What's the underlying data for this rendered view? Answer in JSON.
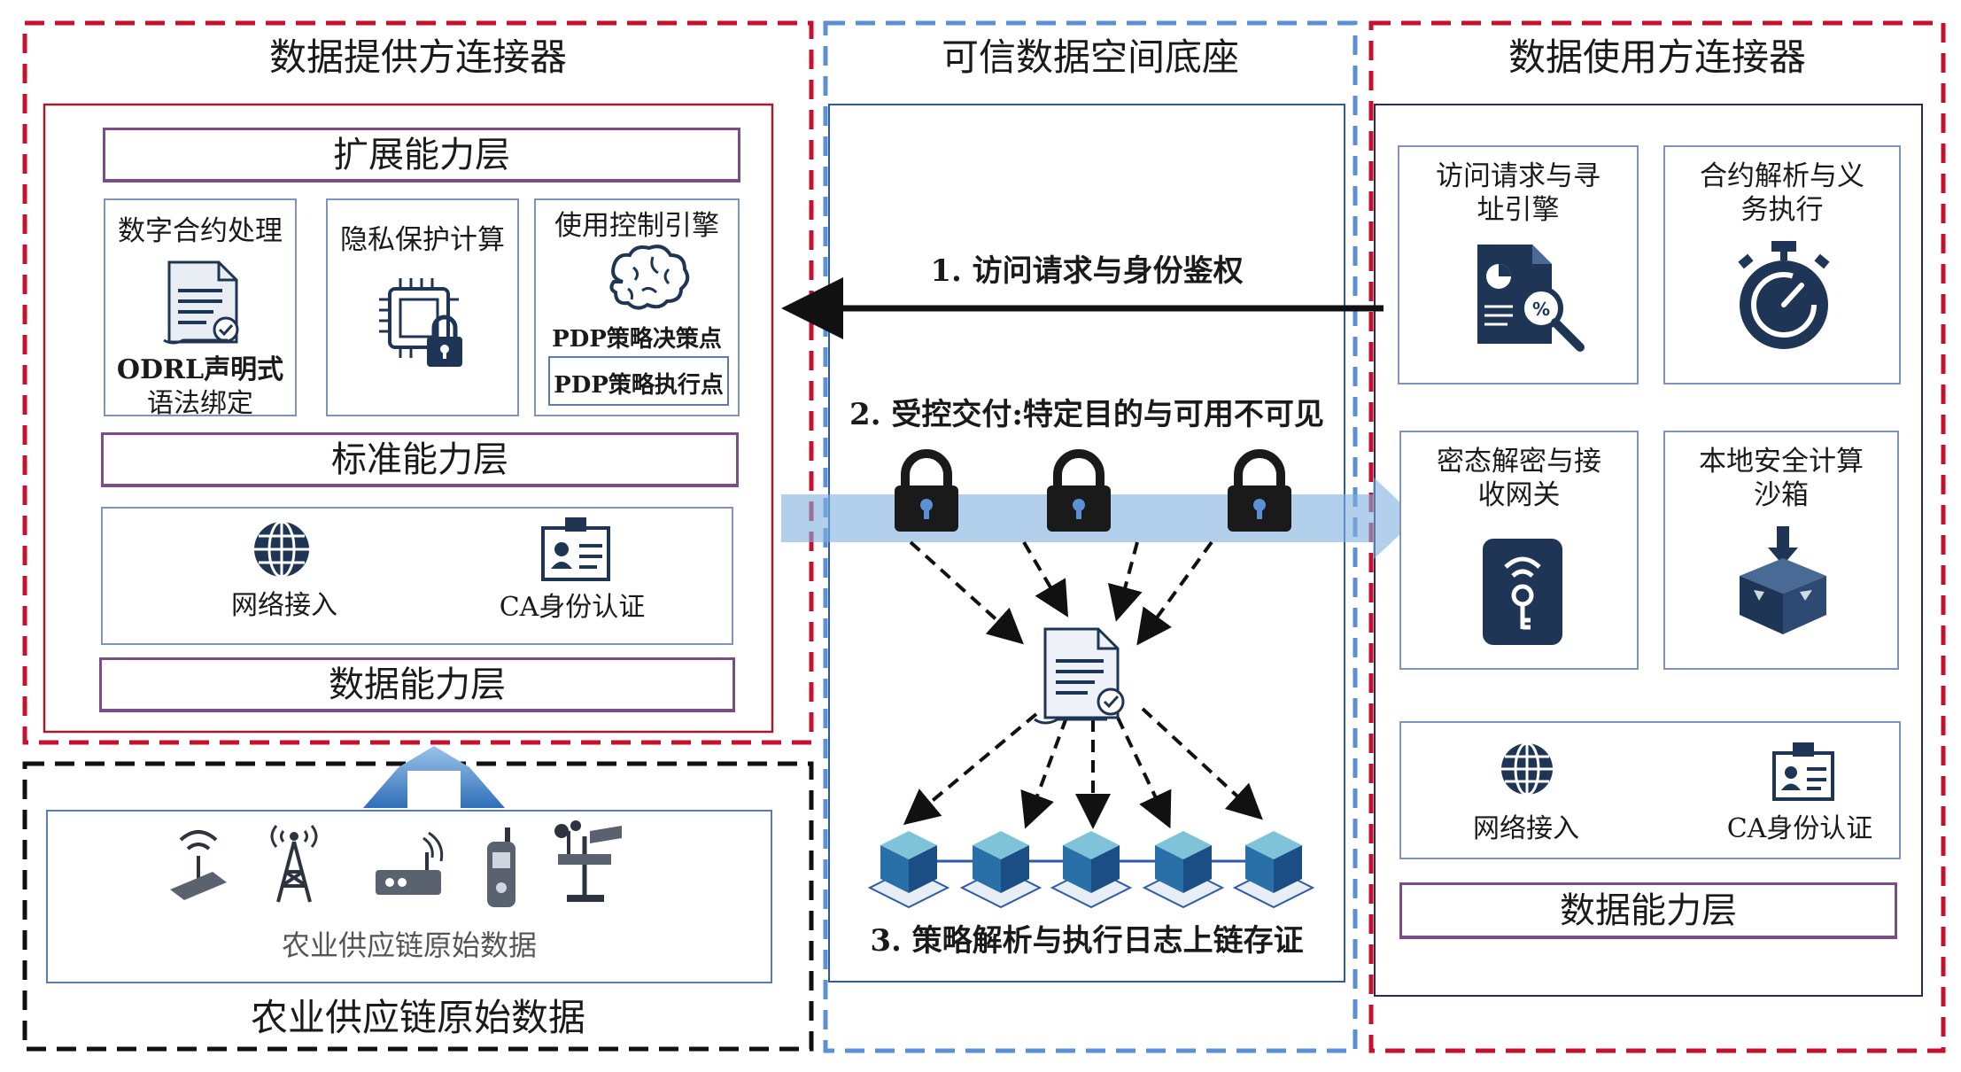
{
  "colors": {
    "red_dash": "#c8102e",
    "blue_dash": "#5b8fd6",
    "black_dash": "#111111",
    "inner_border": "#7f93c0",
    "layer_border": "#7a4d86",
    "icon_navy": "#1f3556",
    "band_blue": "#a9c8e8"
  },
  "provider": {
    "title": "数据提供方连接器",
    "extension_layer": "扩展能力层",
    "cards": [
      {
        "title": "数字合约处理",
        "icon": "contract-document-icon",
        "caption": "ODRL声明式",
        "caption2": "语法绑定"
      },
      {
        "title": "隐私保护计算",
        "icon": "chip-lock-icon"
      },
      {
        "title": "使用控制引擎",
        "icon": "brain-icon",
        "caption": "PDP策略决策点",
        "subbox": "PDP策略执行点"
      }
    ],
    "standard_layer": "标准能力层",
    "standard_items": [
      {
        "label": "网络接入",
        "icon": "globe-icon"
      },
      {
        "label": "CA身份认证",
        "icon": "id-badge-icon"
      }
    ],
    "data_layer": "数据能力层"
  },
  "raw": {
    "inner_label": "农业供应链原始数据",
    "title": "农业供应链原始数据",
    "devices": [
      "wifi-router-icon",
      "signal-tower-icon",
      "modem-icon",
      "handheld-radio-icon",
      "weather-station-icon"
    ]
  },
  "center": {
    "title": "可信数据空间底座",
    "step1": "1. 访问请求与身份鉴权",
    "step2": "2. 受控交付:特定目的与可用不可见",
    "step3": "3. 策略解析与执行日志上链存证",
    "locks": 3,
    "blocks": 5
  },
  "consumer": {
    "title": "数据使用方连接器",
    "cards": [
      {
        "title": "访问请求与寻",
        "title2": "址引擎",
        "icon": "report-search-icon"
      },
      {
        "title": "合约解析与义",
        "title2": "务执行",
        "icon": "stopwatch-icon"
      },
      {
        "title": "密态解密与接",
        "title2": "收网关",
        "icon": "wireless-key-icon"
      },
      {
        "title": "本地安全计算",
        "title2": "沙箱",
        "icon": "sandbox-box-icon"
      }
    ],
    "standard_items": [
      {
        "label": "网络接入",
        "icon": "globe-icon"
      },
      {
        "label": "CA身份认证",
        "icon": "id-badge-icon"
      }
    ],
    "data_layer": "数据能力层"
  }
}
